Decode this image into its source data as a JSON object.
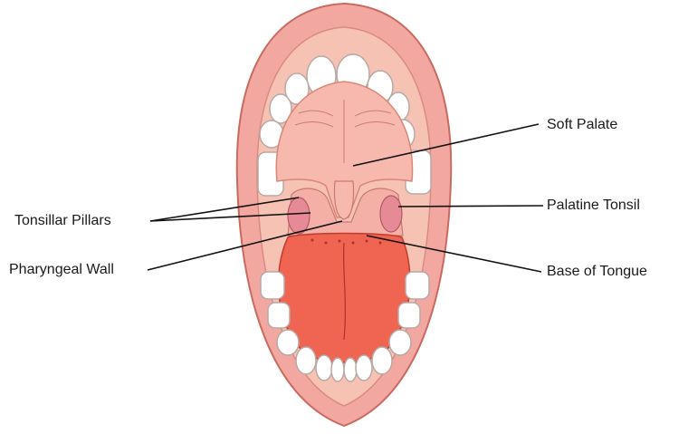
{
  "labels": {
    "soft_palate": "Soft Palate",
    "palatine_tonsil": "Palatine Tonsil",
    "base_of_tongue": "Base of Tongue",
    "tonsillar_pillars": "Tonsillar Pillars",
    "pharyngeal_wall": "Pharyngeal Wall"
  },
  "colors": {
    "lip": "#f2a8a0",
    "lip_outline": "#c86a60",
    "inner_mouth": "#f6c2b4",
    "palate": "#f7b9ae",
    "tongue": "#f06452",
    "tongue_outline": "#c23c2e",
    "tonsil": "#e68a96",
    "teeth": "#ffffff",
    "line": "#111111"
  }
}
